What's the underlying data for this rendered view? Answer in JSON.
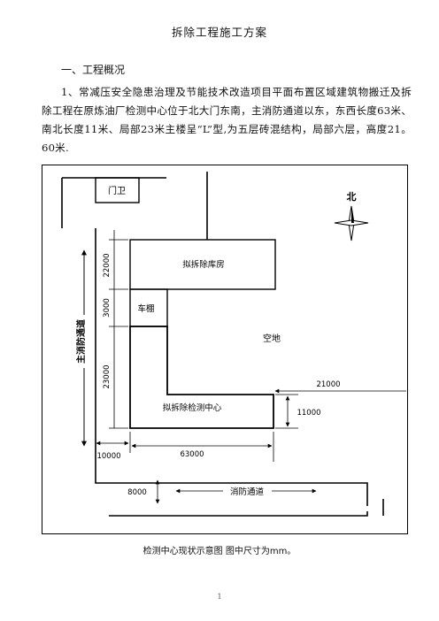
{
  "document": {
    "title": "拆除工程施工方案",
    "section_heading": "一、工程概况",
    "paragraph": "1、常减压安全隐患治理及节能技术改造项目平面布置区域建筑物搬迁及拆除工程在原炼油厂检测中心位于北大门东南，主消防通道以东，东西长度63米、南北长度11米、局部23米主楼呈“L”型,为五层砖混结构，局部六层，高度21。60米.",
    "caption": "检测中心现状示意图   图中尺寸为mm。",
    "page_number": "1"
  },
  "diagram": {
    "labels": {
      "gate": "门卫",
      "north": "北",
      "warehouse": "拟拆除库房",
      "shed": "车棚",
      "open_space": "空地",
      "center": "拟拆除检测中心",
      "main_road": "主消防通道",
      "fire_lane": "消防通道"
    },
    "dimensions": {
      "d22000": "22000",
      "d3000": "3000",
      "d23000": "23000",
      "d21000": "21000",
      "d11000": "11000",
      "d10000": "10000",
      "d63000": "63000",
      "d8000": "8000"
    }
  }
}
